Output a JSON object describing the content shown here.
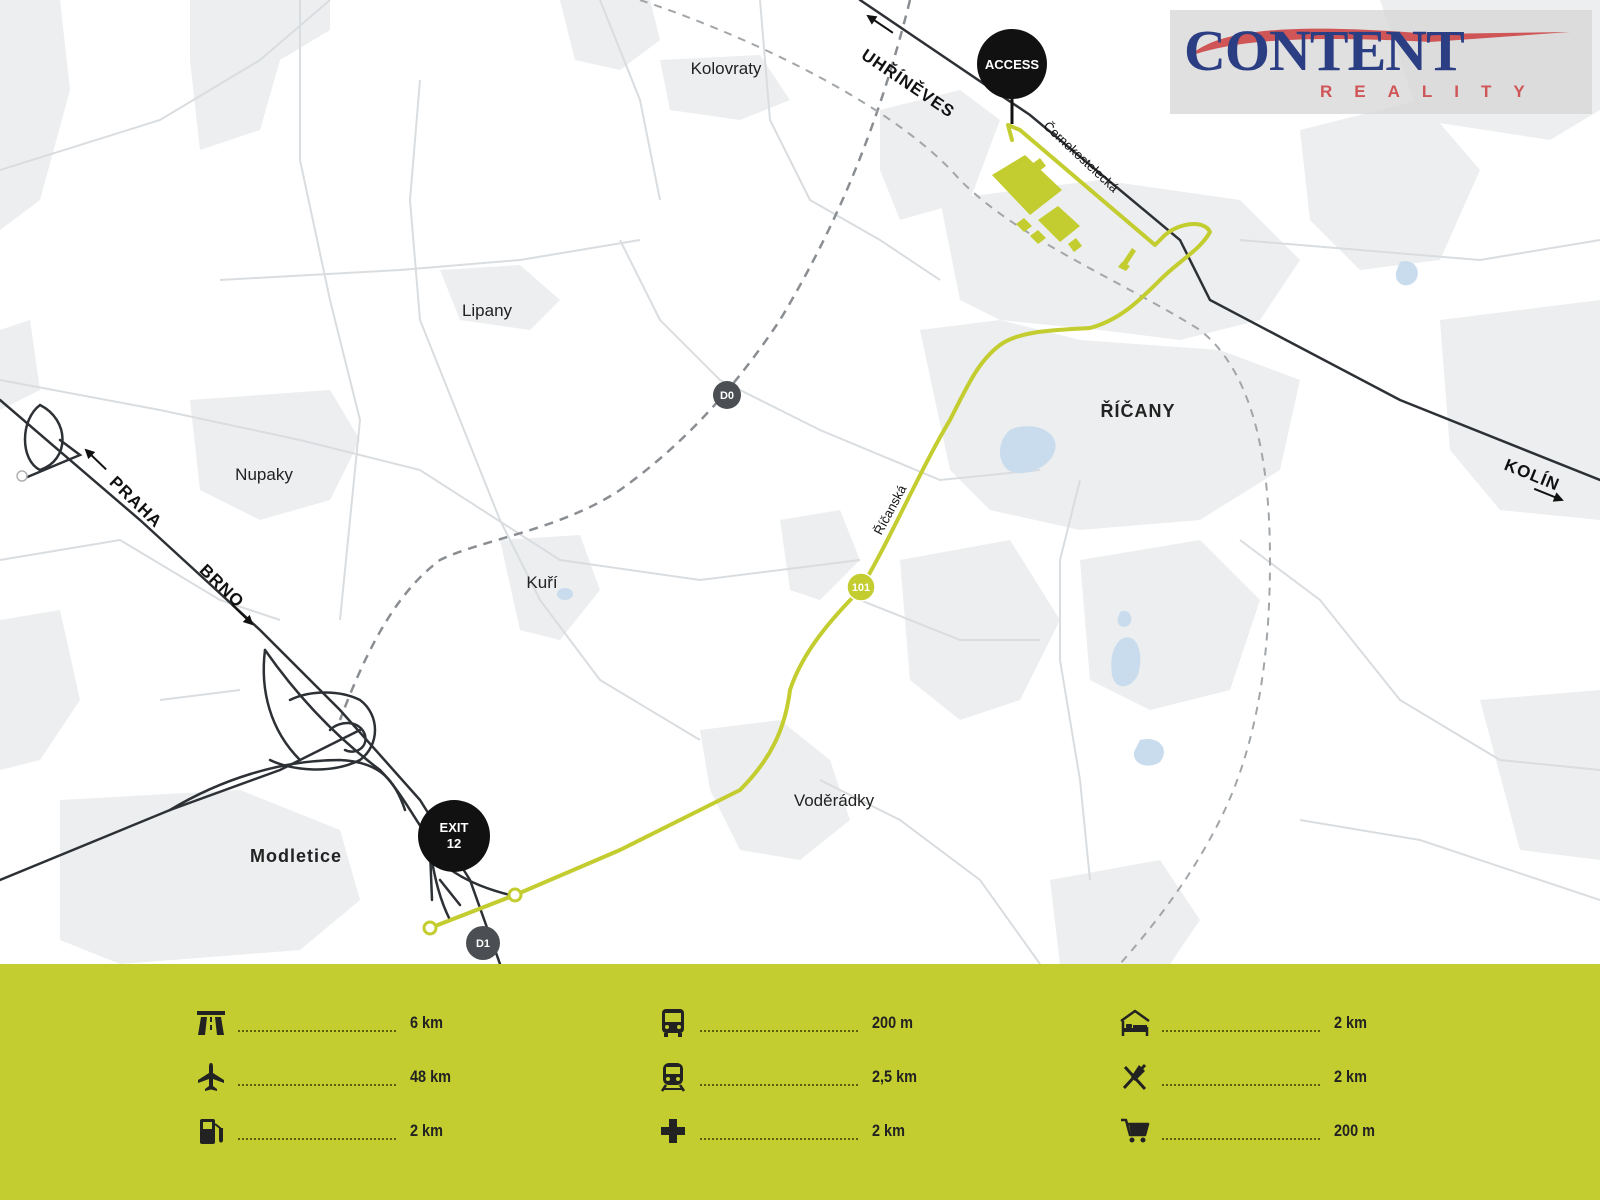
{
  "map": {
    "places": {
      "kolovraty": "Kolovraty",
      "lipany": "Lipany",
      "nupaky": "Nupaky",
      "kuri": "Kuří",
      "voderadky": "Voděrádky",
      "modletice": "Modletice",
      "ricany": "ŘÍČANY"
    },
    "directions": {
      "uhrineves": "UHŘÍNĚVES",
      "kolin": "KOLÍN",
      "praha": "PRAHA",
      "brno": "BRNO"
    },
    "streets": {
      "cernokostelecka": "Černokostelecká",
      "ricanska": "Říčanská"
    },
    "badges": {
      "d0": "D0",
      "d1": "D1",
      "road101": "101"
    },
    "pins": {
      "access": "ACCESS",
      "exit_line1": "EXIT",
      "exit_line2": "12"
    },
    "colors": {
      "route": "#c3cd2f",
      "motorway": "#2d3135",
      "badge": "#4b4f53",
      "land": "#eef0f1",
      "water": "#c5dbef"
    }
  },
  "logo": {
    "main": "CONTENT",
    "sub": "REALITY"
  },
  "legend": {
    "items": [
      {
        "icon": "highway-icon",
        "value": "6 km"
      },
      {
        "icon": "airplane-icon",
        "value": "48 km"
      },
      {
        "icon": "fuel-icon",
        "value": "2 km"
      },
      {
        "icon": "bus-icon",
        "value": "200 m"
      },
      {
        "icon": "train-icon",
        "value": "2,5 km"
      },
      {
        "icon": "medical-cross-icon",
        "value": "2 km"
      },
      {
        "icon": "hotel-bed-icon",
        "value": "2 km"
      },
      {
        "icon": "restaurant-icon",
        "value": "2 km"
      },
      {
        "icon": "shopping-cart-icon",
        "value": "200 m"
      }
    ]
  }
}
